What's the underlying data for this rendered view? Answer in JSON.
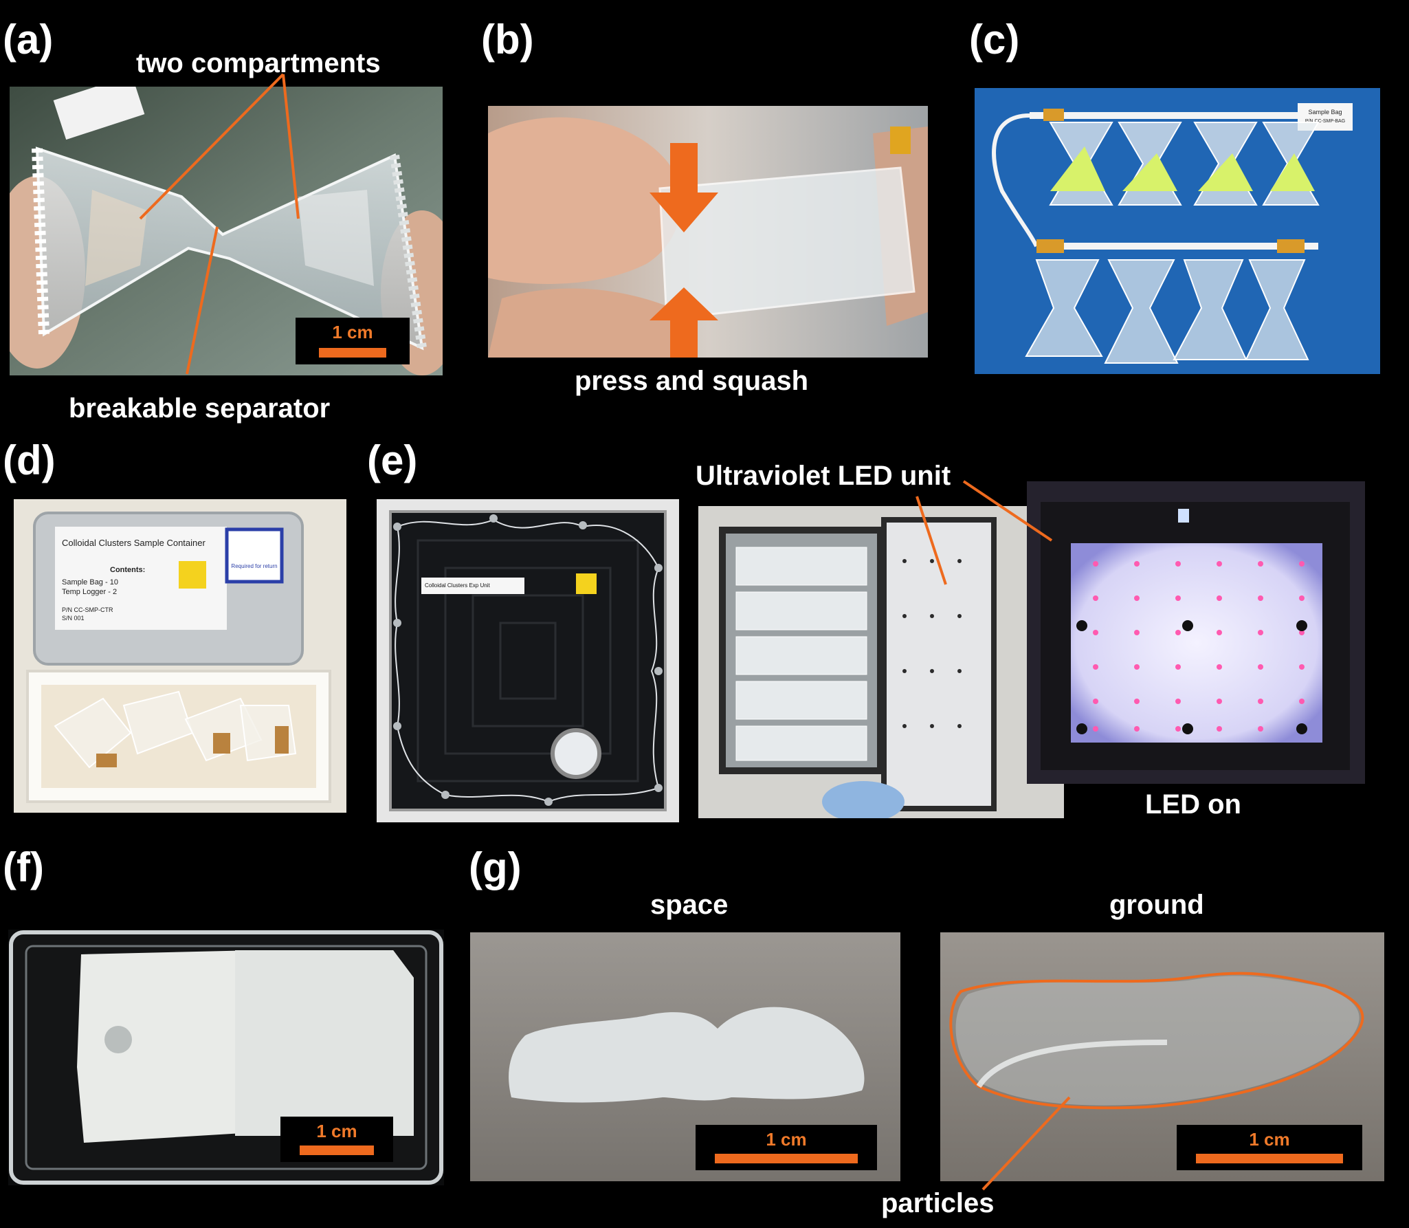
{
  "panels": {
    "a": {
      "label": "(a)",
      "caption_top": "two compartments",
      "caption_bottom": "breakable separator",
      "scale": "1 cm"
    },
    "b": {
      "label": "(b)",
      "caption": "press and squash"
    },
    "c": {
      "label": "(c)",
      "tag_line1": "Sample Bag",
      "tag_line2": "P/N CC-SMP-BAG"
    },
    "d": {
      "label": "(d)",
      "container_title": "Colloidal Clusters Sample Container",
      "contents_heading": "Contents:",
      "contents_line1": "Sample Bag - 10",
      "contents_line2": "Temp Logger - 2",
      "pn_line": "P/N CC-SMP-CTR",
      "sn_line": "S/N 001",
      "notice": "Required for return"
    },
    "e": {
      "label": "(e)",
      "unit_label": "Colloidal Clusters Exp Unit",
      "caption_uv": "Ultraviolet LED unit",
      "caption_led": "LED on"
    },
    "f": {
      "label": "(f)",
      "scale": "1 cm"
    },
    "g": {
      "label": "(g)",
      "caption_space": "space",
      "caption_ground": "ground",
      "caption_particles": "particles",
      "scale_space": "1 cm",
      "scale_ground": "1 cm"
    }
  },
  "colors": {
    "background": "#000000",
    "accent_orange": "#ee6a1e",
    "label_white": "#ffffff",
    "blue_backdrop": "#1f5fae",
    "gel_yellow": "#d8f26a"
  }
}
